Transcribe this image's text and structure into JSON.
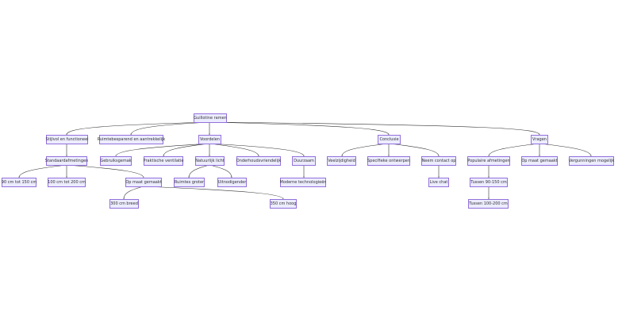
{
  "diagram": {
    "root": "Guillotine ramen",
    "level1": {
      "stijlvol": "Stijlvol en functioneel",
      "ruimtebesparend": "Ruimtebesparend en aantrekkelijk",
      "voordelen": "Voordelen",
      "conclusie": "Conclusie",
      "vragen": "Vragen"
    },
    "level2": {
      "standaardafmetingen": "Standaardafmetingen",
      "gebruiksgemak": "Gebruiksgemak",
      "praktische_ventilatie": "Praktische ventilatie",
      "natuurlijk_licht": "Natuurlijk licht",
      "onderhoudsvriendelijk": "Onderhoudsvriendelijk",
      "duurzaam": "Duurzaam",
      "veelzijdigheid": "Veelzijdigheid",
      "specifieke_ontwerpen": "Specifieke ontwerpen",
      "neem_contact_op": "Neem contact op",
      "populaire_afmetingen": "Populaire afmetingen",
      "op_maat_gemaakt_vragen": "Op maat gemaakt",
      "vergunningen_mogelijk": "Vergunningen mogelijk"
    },
    "level3": {
      "90_150": "90 cm tot 150 cm",
      "100_200": "100 cm tot 200 cm",
      "op_maat_gemaakt": "Op maat gemaakt",
      "ruimtes_groter": "Ruimtes groter",
      "uitnodigender": "Uitnodigender",
      "moderne_technologieen": "Moderne technologieën",
      "live_chat": "Live chat",
      "tussen_90_150": "Tussen 90-150 cm"
    },
    "level4": {
      "300_breed": "300 cm breed",
      "350_hoog": "350 cm hoog",
      "tussen_100_200": "Tussen 100-200 cm"
    }
  }
}
